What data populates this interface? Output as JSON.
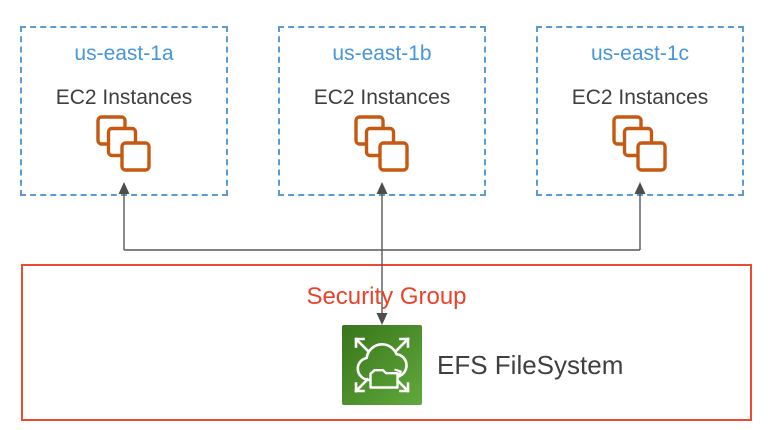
{
  "zones": [
    {
      "name": "us-east-1a",
      "resource_label": "EC2 Instances",
      "icon": "ec2-instances-stack-icon"
    },
    {
      "name": "us-east-1b",
      "resource_label": "EC2 Instances",
      "icon": "ec2-instances-stack-icon"
    },
    {
      "name": "us-east-1c",
      "resource_label": "EC2 Instances",
      "icon": "ec2-instances-stack-icon"
    }
  ],
  "security_group": {
    "label": "Security Group"
  },
  "efs": {
    "label": "EFS FileSystem",
    "icon": "efs-filesystem-icon"
  },
  "connections": [
    {
      "from": "EFS FileSystem",
      "to": "EC2 Instances (us-east-1a)",
      "style": "elbow",
      "arrowheads": [
        "at-ec2"
      ]
    },
    {
      "from": "EFS FileSystem",
      "to": "EC2 Instances (us-east-1b)",
      "style": "straight",
      "arrowheads": [
        "at-ec2",
        "at-efs"
      ]
    },
    {
      "from": "EFS FileSystem",
      "to": "EC2 Instances (us-east-1c)",
      "style": "elbow",
      "arrowheads": [
        "at-ec2"
      ]
    }
  ],
  "colors": {
    "az_border_blue": "#5b9bd5",
    "az_title_blue": "#4696d9",
    "label_dark_gray": "#3f3f3f",
    "ec2_icon_orange": "#c65911",
    "security_group_red": "#e8432b",
    "efs_green_dark": "#37751a",
    "efs_green_light": "#61a93c",
    "connector_gray": "#595959",
    "arrowhead_gray": "#4d4d4d"
  }
}
